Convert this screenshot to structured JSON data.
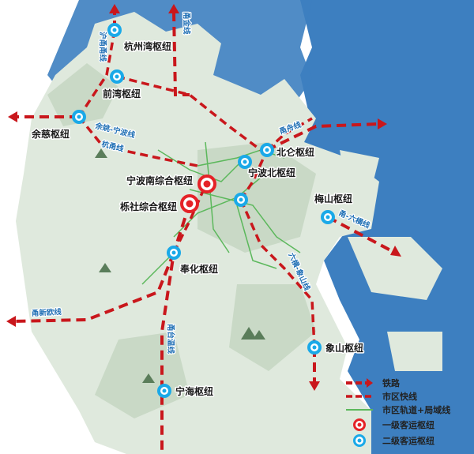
{
  "colors": {
    "sea": "#3d7fc0",
    "land": "#dfe9dd",
    "land_dark": "#c9d9c6",
    "rail": "#c9171c",
    "expressway": "#c9171c",
    "metro": "#5cb85c",
    "hub2": "#1aa9e8"
  },
  "hubs": {
    "hangzhouwan": "杭州湾枢纽",
    "qianwan": "前湾枢纽",
    "yuyao": "余慈枢纽",
    "beilun": "北仑枢纽",
    "ningbonan": "宁波南综合枢纽",
    "ningbobei": "宁波北枢纽",
    "dongshe": "栎社综合枢纽",
    "meishan": "梅山枢纽",
    "fenghua": "奉化枢纽",
    "xiangshan": "象山枢纽",
    "ninghai": "宁海枢纽"
  },
  "lines": {
    "hu_yong": "沪甬甬线",
    "yong_jin": "甬金线",
    "yuyao_ningbo": "余姚-宁波线",
    "hang_yong": "杭甬线",
    "yong_zhou": "甬舟线",
    "yong_liu": "甬-六横线",
    "liu_xiang": "六横-象山线",
    "yong_wen": "甬新欧线",
    "yong_tai": "甬台温线"
  },
  "legend": {
    "rail": "铁路",
    "expressway": "市区快线",
    "metro": "市区轨道+局域线",
    "hub1": "一级客运枢纽",
    "hub2": "二级客运枢纽"
  }
}
